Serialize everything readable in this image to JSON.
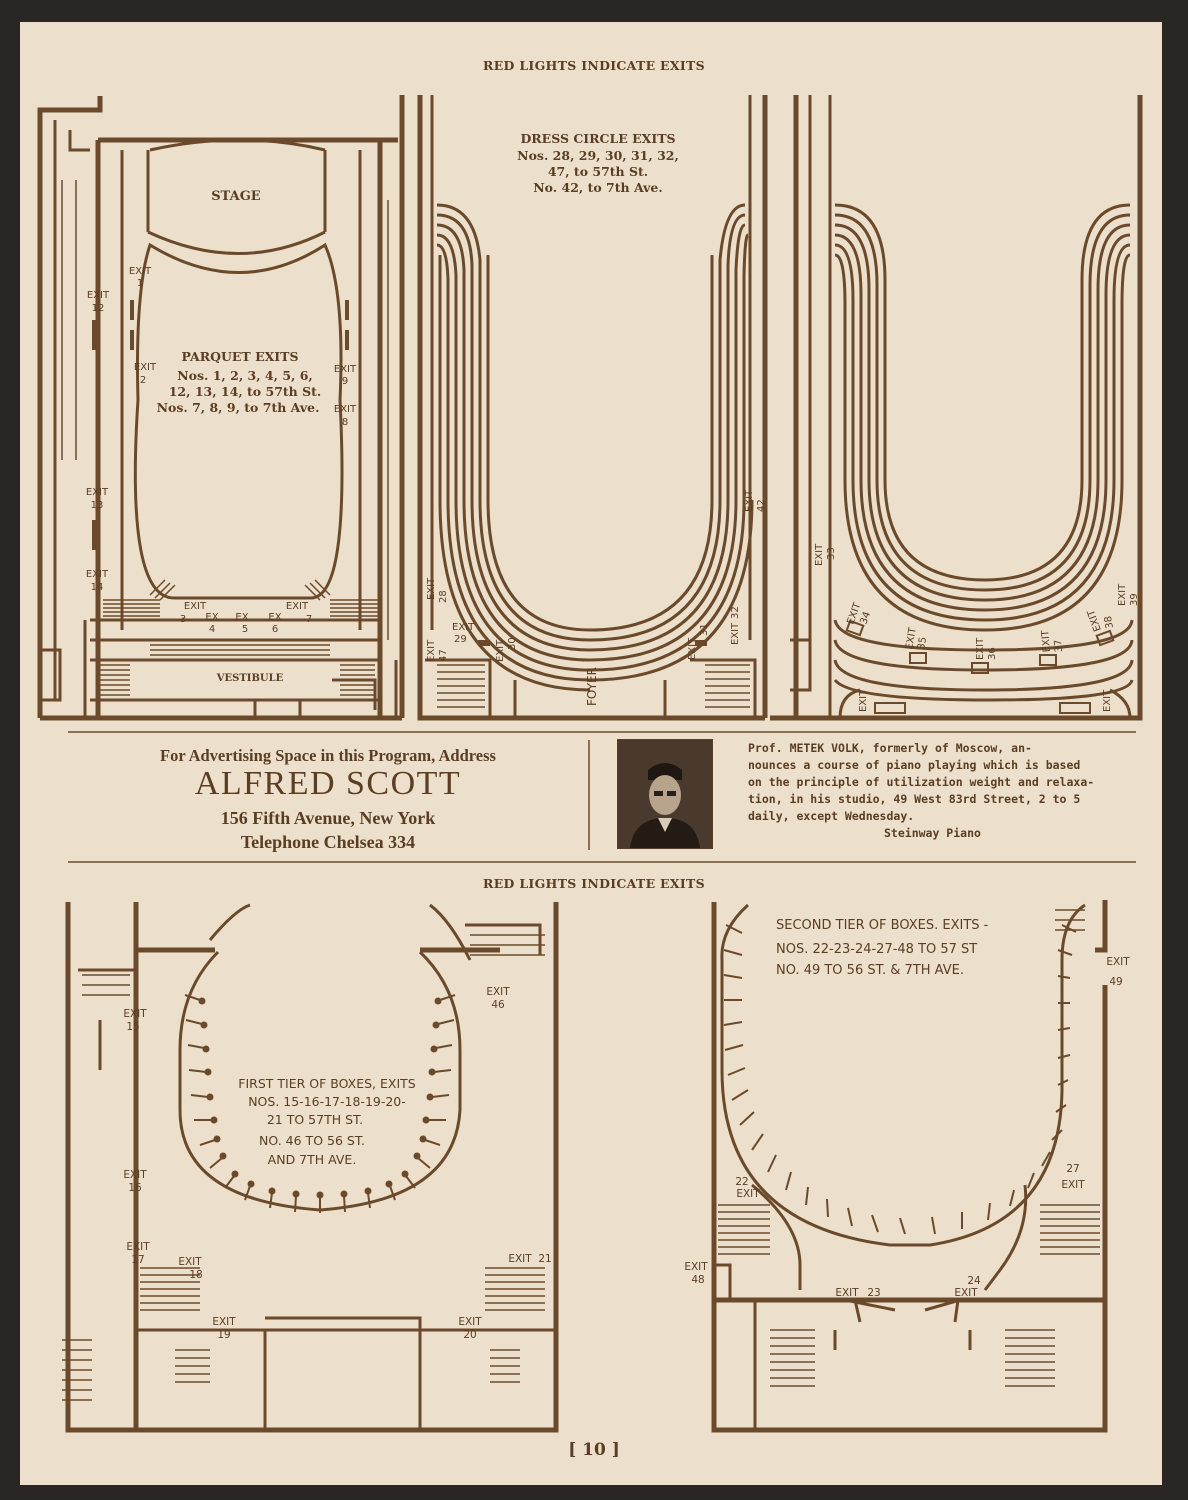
{
  "top_header": "RED LIGHTS INDICATE EXITS",
  "middle_header": "RED LIGHTS INDICATE EXITS",
  "parquet": {
    "stage": "STAGE",
    "title": "PARQUET EXITS",
    "lines": [
      "Nos. 1, 2, 3, 4, 5, 6,",
      "12, 13, 14, to 57th St.",
      "Nos. 7, 8, 9, to 7th Ave."
    ],
    "vestibule": "VESTIBULE"
  },
  "dress_circle": {
    "title": "DRESS CIRCLE EXITS",
    "lines": [
      "Nos. 28, 29, 30, 31, 32,",
      "47, to 57th St.",
      "No. 42, to 7th Ave."
    ],
    "foyer": "FOYER"
  },
  "exit_word": "EXIT",
  "exit_short": "EX",
  "exits": {
    "e1": "1",
    "e2": "2",
    "e3": "3",
    "e4": "4",
    "e5": "5",
    "e6": "6",
    "e7": "7",
    "e8": "8",
    "e9": "9",
    "e12": "12",
    "e13": "13",
    "e14": "14",
    "e15": "15",
    "e16": "16",
    "e17": "17",
    "e18": "18",
    "e19": "19",
    "e20": "20",
    "e21": "21",
    "e22": "22",
    "e23": "23",
    "e24": "24",
    "e27": "27",
    "e28": "28",
    "e29": "29",
    "e30": "30",
    "e31": "31",
    "e32": "32",
    "e33": "33",
    "e34": "34",
    "e35": "35",
    "e36": "36",
    "e37": "37",
    "e38": "38",
    "e39": "39",
    "e42": "42",
    "e46": "46",
    "e47": "47",
    "e48": "48",
    "e49": "49"
  },
  "advert": {
    "line1": "For Advertising Space in this Program, Address",
    "name": "ALFRED SCOTT",
    "address": "156 Fifth Avenue, New York",
    "phone": "Telephone Chelsea 334"
  },
  "volk": {
    "prefix": "Prof.",
    "name": "METEK VOLK,",
    "first": "formerly of Moscow, an-",
    "rest": [
      "nounces a course of piano playing which is based",
      "on the principle of utilization weight and relaxa-",
      "tion, in his studio, 49 West 83rd Street, 2 to 5",
      "daily, except Wednesday."
    ],
    "sponsor": "Steinway Piano"
  },
  "first_tier": {
    "lines": [
      "FIRST TIER OF BOXES, EXITS",
      "NOS. 15-16-17-18-19-20-",
      "21 TO 57TH ST.",
      "NO. 46 TO 56 ST.",
      "AND 7TH AVE."
    ]
  },
  "second_tier": {
    "lines": [
      "SECOND TIER OF BOXES. EXITS -",
      "NOS. 22-23-24-27-48 TO 57 ST",
      "NO. 49 TO 56 ST. & 7TH AVE."
    ]
  },
  "page_number": "[ 10 ]"
}
